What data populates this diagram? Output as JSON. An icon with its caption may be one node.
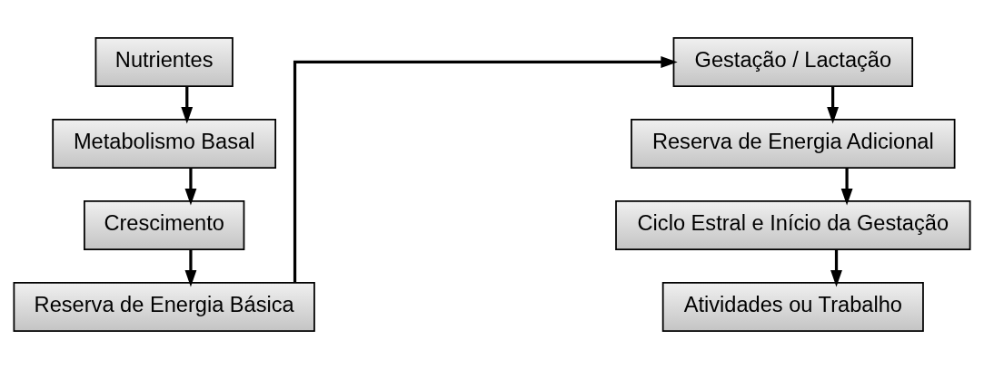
{
  "diagram": {
    "nodes": [
      {
        "text": [
          "Nutrientes"
        ]
      },
      {
        "text": [
          "Metabolismo Basal"
        ]
      },
      {
        "text": [
          "Crescimento"
        ]
      },
      {
        "text": [
          "Reserva de Energia Básica"
        ]
      },
      {
        "text": [
          "Gestação / Lactação"
        ]
      },
      {
        "text": [
          "Reserva de Energia Adicional"
        ]
      },
      {
        "text": [
          "Ciclo Estral e Início da Gestação"
        ]
      },
      {
        "text": [
          "Atividades ou Trabalho"
        ]
      }
    ],
    "edges": [
      {
        "from": 0,
        "to": 1,
        "arrow": "to"
      },
      {
        "from": 1,
        "to": 2,
        "arrow": "to"
      },
      {
        "from": 2,
        "to": 3,
        "arrow": "to"
      },
      {
        "from": 3,
        "to": 4,
        "arrow": "to"
      },
      {
        "from": 4,
        "to": 5,
        "arrow": "to"
      },
      {
        "from": 5,
        "to": 6,
        "arrow": "to"
      },
      {
        "from": 6,
        "to": 7,
        "arrow": "to"
      }
    ]
  }
}
